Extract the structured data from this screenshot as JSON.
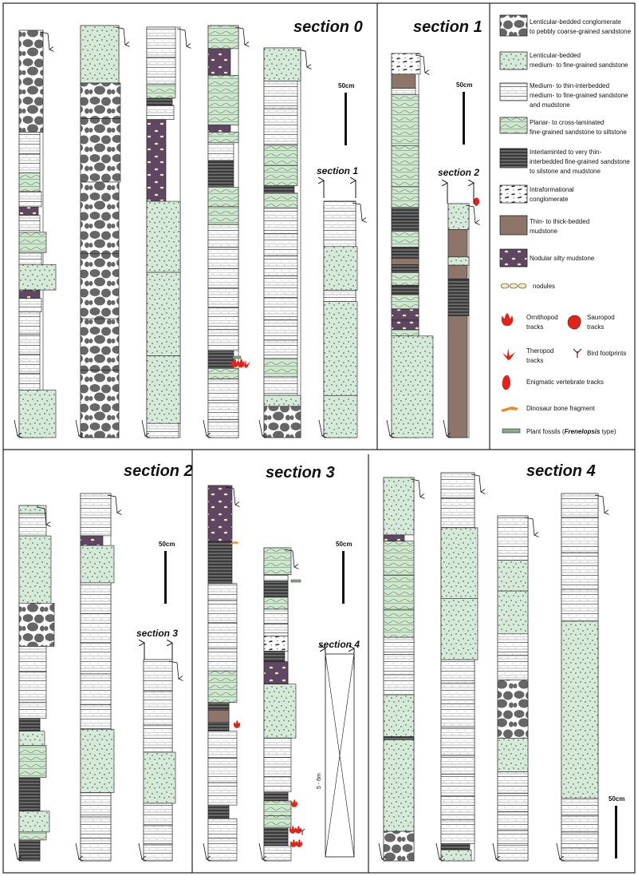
{
  "panels": [
    {
      "title": "section 0",
      "scale_label": "50cm",
      "next_label": "section 1"
    },
    {
      "title": "section 1",
      "scale_label": "50cm",
      "next_label": "section 2"
    },
    {
      "title": "section 2",
      "scale_label": "50cm",
      "next_label": "section 3"
    },
    {
      "title": "section 3",
      "scale_label": "50cm",
      "next_label": "section 4",
      "gap_label": "5 - 6m"
    },
    {
      "title": "section 4",
      "scale_label": "50cm"
    }
  ],
  "legend": {
    "items": [
      {
        "key": "conglomerate",
        "lines": [
          "Lenticular-bedded conglomerate",
          "to pebbly coarse-grained sandstone"
        ]
      },
      {
        "key": "lent-sandstone",
        "lines": [
          "Lenticular-bedded",
          "medium- to fine-grained sandstone"
        ]
      },
      {
        "key": "interbedded",
        "lines": [
          "Medium- to thin-interbedded",
          "medium- to fine-grained sandstone",
          "and mudstone"
        ]
      },
      {
        "key": "planar",
        "lines": [
          "Planar- to cross-laminated",
          "fine-grained sandstone to siltstone"
        ]
      },
      {
        "key": "interlaminated",
        "lines": [
          "Interlaminted to very thin-",
          "interbedded fine-grained sandstone",
          "to silstone and mudstone"
        ]
      },
      {
        "key": "intraformational",
        "lines": [
          "Intraformational",
          "conglomerate"
        ]
      },
      {
        "key": "mudstone",
        "lines": [
          "Thin- to thick-bedded",
          "mudstone"
        ]
      },
      {
        "key": "nodular",
        "lines": [
          "Nodular silty mudstone"
        ]
      },
      {
        "key": "nodules",
        "lines": [
          "nodules"
        ]
      }
    ],
    "tracks": [
      {
        "key": "ornithopod",
        "lines": [
          "Ornithopod",
          "tracks"
        ]
      },
      {
        "key": "sauropod",
        "lines": [
          "Sauropod",
          "tracks"
        ]
      },
      {
        "key": "theropod",
        "lines": [
          "Theropod",
          "tracks"
        ]
      },
      {
        "key": "bird",
        "lines": [
          "Bird footprints"
        ]
      },
      {
        "key": "enigmatic",
        "lines": [
          "Enigmatic vertebrate tracks"
        ]
      },
      {
        "key": "bone",
        "lines": [
          "Dinosaur bone fragment"
        ]
      }
    ],
    "plant_prefix": "Plant fossils (",
    "plant_genus": "Frenelopsis",
    "plant_suffix": " type)"
  },
  "colors": {
    "sandstone": "#d6ead9",
    "planar": "#cfe6cf",
    "mudstone": "#8d7669",
    "nodular": "#5f4763",
    "dark": "#3a3a3a",
    "conglomerate": "#666666",
    "track": "#e2231a",
    "bone": "#f08a24",
    "plant": "#8fa98a"
  }
}
